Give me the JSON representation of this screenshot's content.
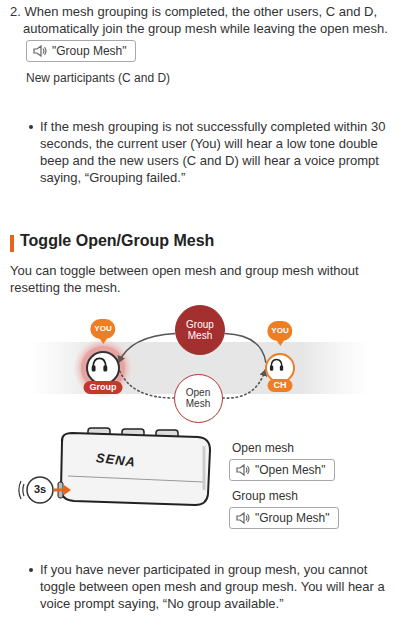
{
  "diagram": {
    "title": "Toggle Open/Group Mesh",
    "nodes": [
      {
        "text": [
          "\"Group Mesh\""
        ]
      },
      {
        "text": [
          "YOU",
          "Group"
        ]
      },
      {
        "text": [
          "Group Mesh"
        ]
      },
      {
        "text": [
          "YOU",
          "CH"
        ]
      },
      {
        "text": [
          "Open Mesh"
        ]
      },
      {
        "text": [
          "\"Open Mesh\""
        ]
      },
      {
        "text": [
          "\"Group Mesh\""
        ]
      }
    ],
    "edges": [
      {
        "from": 3,
        "to": 2,
        "arrow": "none"
      },
      {
        "from": 2,
        "to": 1,
        "arrow": "to"
      },
      {
        "from": 1,
        "to": 4,
        "arrow": "none"
      },
      {
        "from": 4,
        "to": 3,
        "arrow": "to"
      }
    ],
    "labels": [
      "2. When mesh grouping is completed, the other users, C and D, automatically join the group mesh while leaving the open mesh.",
      "New participants (C and D)",
      "If the mesh grouping is not successfully completed within 30 seconds, the current user (You) will hear a low tone double beep and the new users (C and D) will hear a voice prompt saying, “Grouping failed.”",
      "You can toggle between open mesh and group mesh without resetting the mesh.",
      "SENA",
      "3s",
      "Open mesh",
      "Group mesh",
      "If you have never participated in group mesh, you cannot toggle between open mesh and group mesh. You will hear a voice prompt saying, “No group available.”"
    ]
  }
}
